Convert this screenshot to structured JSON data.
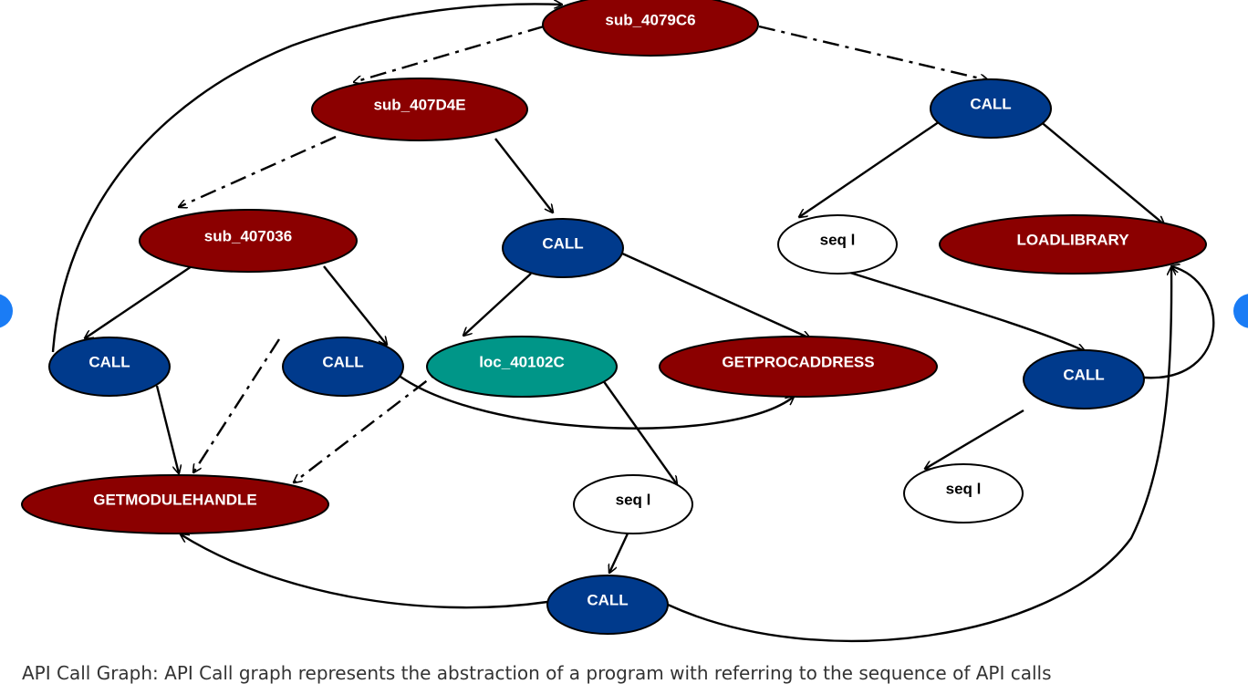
{
  "colors": {
    "function_node": "#8b0000",
    "call_node": "#003a8c",
    "location_node": "#009688",
    "seq_node": "#ffffff",
    "edge": "#000000",
    "nav_button": "#1a7cf5"
  },
  "nodes": [
    {
      "id": "sub_4079C6",
      "label": "sub_4079C6",
      "kind": "function"
    },
    {
      "id": "sub_407D4E",
      "label": "sub_407D4E",
      "kind": "function"
    },
    {
      "id": "call_top_right",
      "label": "CALL",
      "kind": "call"
    },
    {
      "id": "sub_407036",
      "label": "sub_407036",
      "kind": "function"
    },
    {
      "id": "call_mid",
      "label": "CALL",
      "kind": "call"
    },
    {
      "id": "seq_top_right",
      "label": "seq l",
      "kind": "seq"
    },
    {
      "id": "loadlibrary",
      "label": "LOADLIBRARY",
      "kind": "function"
    },
    {
      "id": "call_left",
      "label": "CALL",
      "kind": "call"
    },
    {
      "id": "call_left2",
      "label": "CALL",
      "kind": "call"
    },
    {
      "id": "loc_40102C",
      "label": "loc_40102C",
      "kind": "location"
    },
    {
      "id": "getprocaddress",
      "label": "GETPROCADDRESS",
      "kind": "function"
    },
    {
      "id": "call_right",
      "label": "CALL",
      "kind": "call"
    },
    {
      "id": "getmodulehandle",
      "label": "GETMODULEHANDLE",
      "kind": "function"
    },
    {
      "id": "seq_mid",
      "label": "seq l",
      "kind": "seq"
    },
    {
      "id": "seq_right",
      "label": "seq l",
      "kind": "seq"
    },
    {
      "id": "call_bottom",
      "label": "CALL",
      "kind": "call"
    }
  ],
  "edges": [
    {
      "from": "sub_4079C6",
      "to": "sub_407D4E",
      "style": "dashdot"
    },
    {
      "from": "sub_4079C6",
      "to": "call_top_right",
      "style": "dashdot"
    },
    {
      "from": "sub_407D4E",
      "to": "sub_407036",
      "style": "dashdot"
    },
    {
      "from": "sub_407D4E",
      "to": "call_mid",
      "style": "solid"
    },
    {
      "from": "call_top_right",
      "to": "seq_top_right",
      "style": "solid"
    },
    {
      "from": "call_top_right",
      "to": "loadlibrary",
      "style": "solid"
    },
    {
      "from": "sub_407036",
      "to": "call_left",
      "style": "solid"
    },
    {
      "from": "sub_407036",
      "to": "call_left2",
      "style": "solid"
    },
    {
      "from": "call_mid",
      "to": "loc_40102C",
      "style": "solid"
    },
    {
      "from": "call_mid",
      "to": "getprocaddress",
      "style": "solid"
    },
    {
      "from": "call_left",
      "to": "sub_4079C6",
      "style": "solid"
    },
    {
      "from": "call_left",
      "to": "getmodulehandle",
      "style": "solid"
    },
    {
      "from": "call_left2",
      "to": "getmodulehandle",
      "style": "dashdot"
    },
    {
      "from": "call_left2",
      "to": "getprocaddress",
      "style": "solid"
    },
    {
      "from": "loc_40102C",
      "to": "getmodulehandle",
      "style": "dashdot"
    },
    {
      "from": "loc_40102C",
      "to": "seq_mid",
      "style": "solid"
    },
    {
      "from": "seq_top_right",
      "to": "call_right",
      "style": "solid"
    },
    {
      "from": "call_right",
      "to": "loadlibrary",
      "style": "solid"
    },
    {
      "from": "call_right",
      "to": "seq_right",
      "style": "solid"
    },
    {
      "from": "seq_mid",
      "to": "call_bottom",
      "style": "solid"
    },
    {
      "from": "call_bottom",
      "to": "getmodulehandle",
      "style": "solid"
    },
    {
      "from": "call_bottom",
      "to": "loadlibrary",
      "style": "solid"
    }
  ],
  "caption": "API Call Graph: API Call graph represents the abstraction of a program with referring to the sequence of API calls",
  "navigation": {
    "prev_icon": "chevron-left-icon",
    "next_icon": "chevron-right-icon"
  }
}
